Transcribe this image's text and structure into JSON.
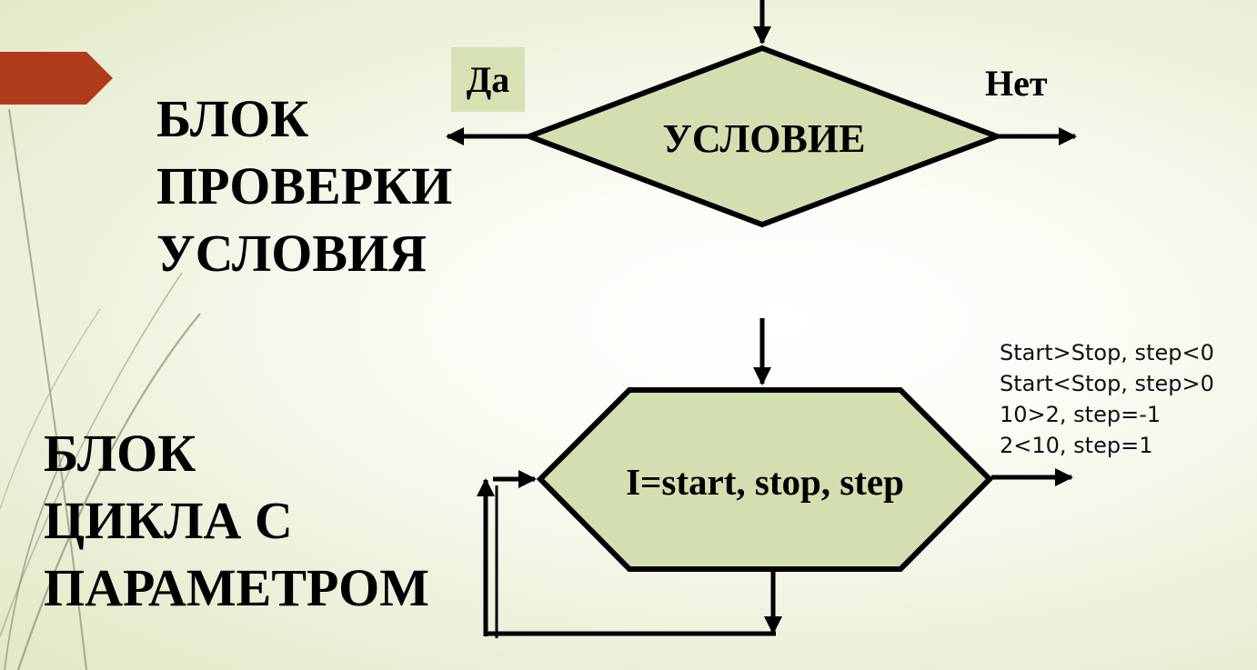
{
  "colors": {
    "accent": "#b03a1c",
    "shape_fill": "#d4dfb1",
    "yes_label_bg": "#d6e2b4",
    "stroke": "#000000",
    "grass": "#8a8f74"
  },
  "blocks": [
    {
      "title_lines": [
        "БЛОК",
        "ПРОВЕРКИ",
        "УСЛОВИЯ"
      ],
      "shape_text": "УСЛОВИЕ",
      "yes_label": "Да",
      "no_label": "Нет"
    },
    {
      "title_lines": [
        "БЛОК",
        "ЦИКЛА С",
        "ПАРАМЕТРОМ"
      ],
      "shape_text": "I=start, stop, step",
      "notes": [
        "Start>Stop, step<0",
        "Start<Stop, step>0",
        "10>2, step=-1",
        "2<10, step=1"
      ]
    }
  ]
}
